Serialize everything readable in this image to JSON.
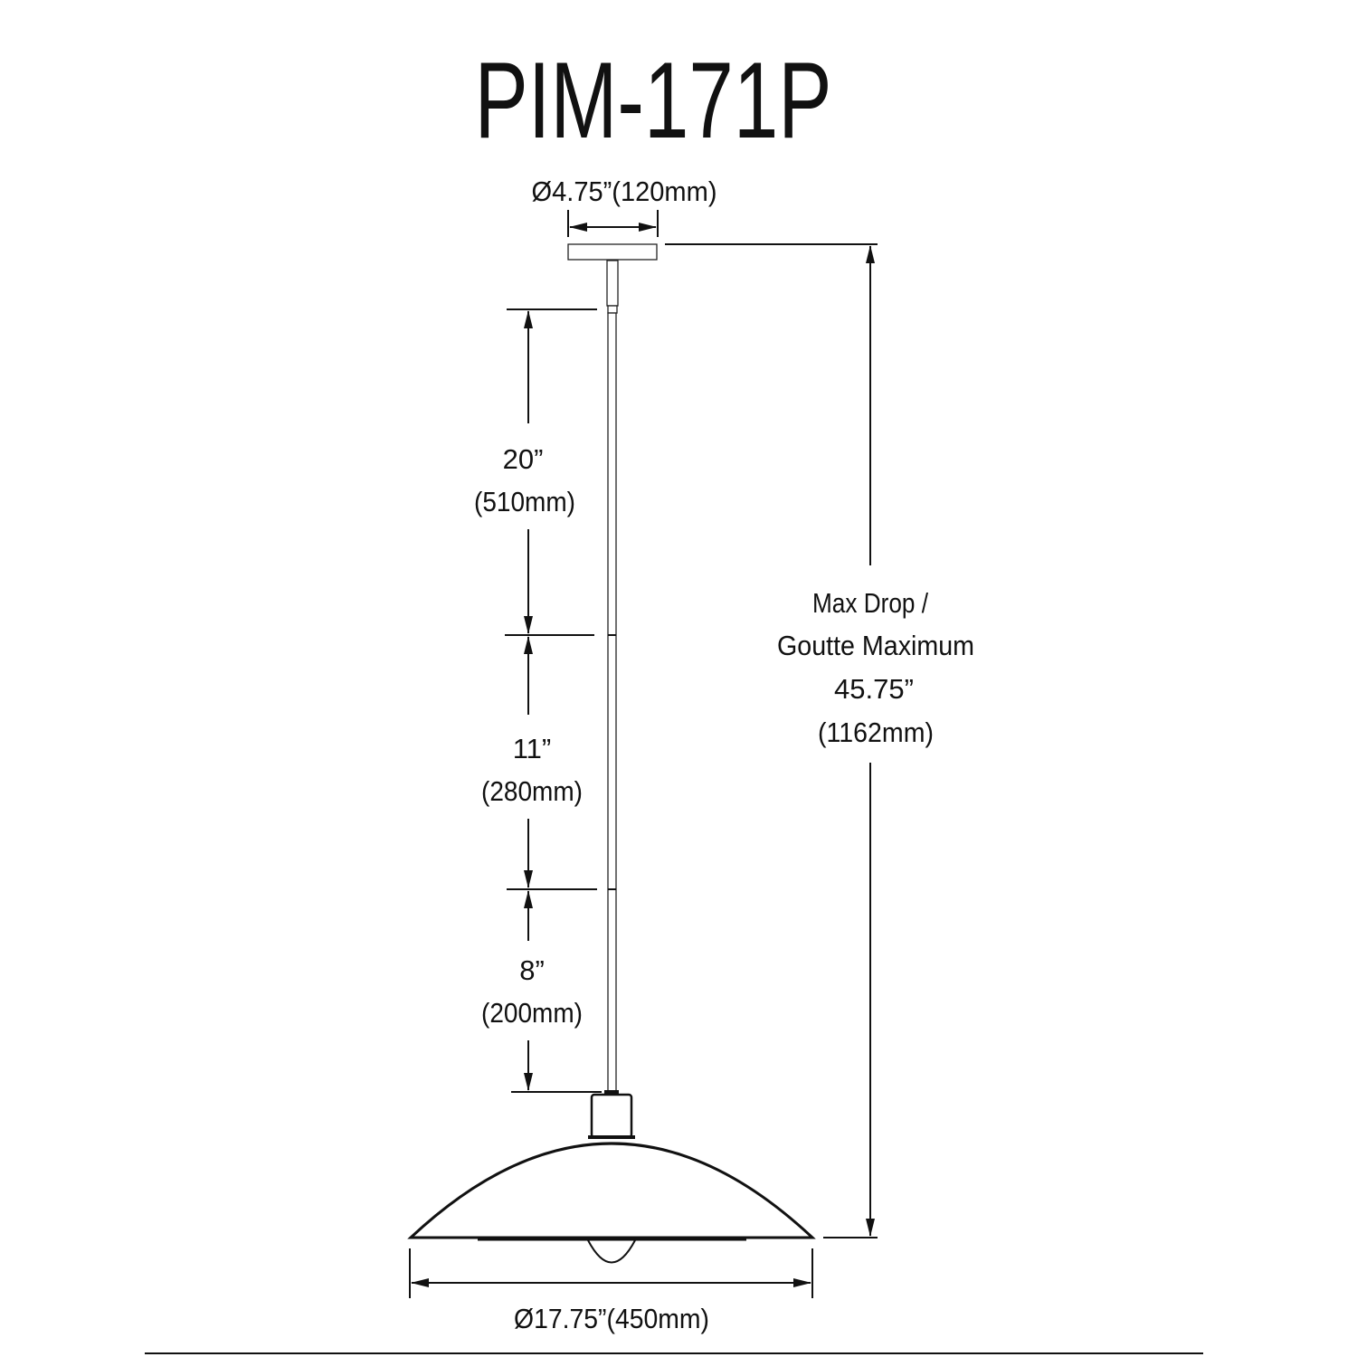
{
  "title": "PIM-171P",
  "dimensions": {
    "canopy_diameter": "Ø4.75”(120mm)",
    "rod_1_in": "20”",
    "rod_1_mm": "(510mm)",
    "rod_2_in": "11”",
    "rod_2_mm": "(280mm)",
    "rod_3_in": "8”",
    "rod_3_mm": "(200mm)",
    "max_drop_line1": "Max Drop /",
    "max_drop_line2": "Goutte Maximum",
    "max_drop_in": "45.75”",
    "max_drop_mm": "(1162mm)",
    "shade_diameter": "Ø17.75”(450mm)"
  },
  "colors": {
    "line": "#111111",
    "background": "#ffffff"
  }
}
